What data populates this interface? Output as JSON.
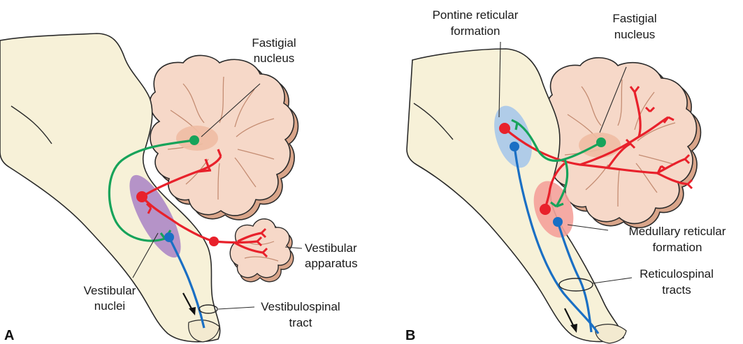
{
  "panels": [
    {
      "letter": "A",
      "labels": {
        "fastigial_1": "Fastigial",
        "fastigial_2": "nucleus",
        "vestibular_app_1": "Vestibular",
        "vestibular_app_2": "apparatus",
        "vestibular_nuc_1": "Vestibular",
        "vestibular_nuc_2": "nuclei",
        "tract_1": "Vestibulospinal",
        "tract_2": "tract"
      }
    },
    {
      "letter": "B",
      "labels": {
        "pontine_1": "Pontine reticular",
        "pontine_2": "formation",
        "fastigial_1": "Fastigial",
        "fastigial_2": "nucleus",
        "medullary_1": "Medullary reticular",
        "medullary_2": "formation",
        "tracts_1": "Reticulospinal",
        "tracts_2": "tracts"
      }
    }
  ],
  "colors": {
    "brainstem": "#f7f1d8",
    "cerebellum": "#f6d8c8",
    "cerebellum_shadow": "#d9a58a",
    "outline": "#2a2a2a",
    "red_pathway": "#e8212b",
    "green_pathway": "#16a35a",
    "blue_pathway": "#1a6fc4",
    "vestibular_nuclei_area": "#a983c6",
    "pontine_area": "#a7c8ea",
    "medullary_area": "#f4a19a",
    "watermark": "#d3d3d3"
  }
}
